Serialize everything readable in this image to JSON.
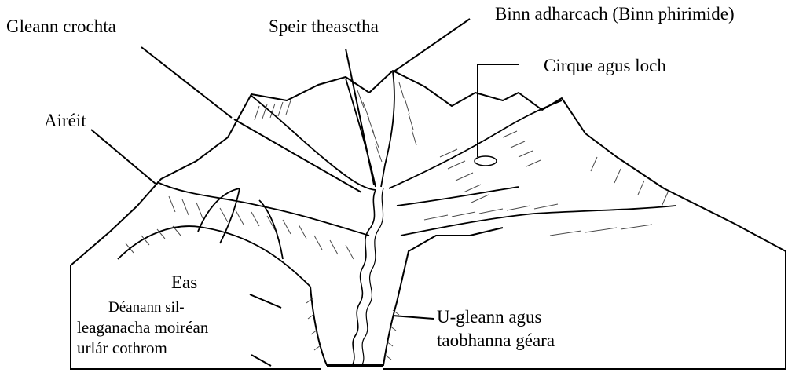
{
  "labels": {
    "gleann_crochta": "Gleann crochta",
    "speir_theasctha": "Speir theasctha",
    "binn_adharcach": "Binn adharcach  (Binn phirimide)",
    "cirque_agus_loch": "Cirque agus loch",
    "aireit": "Airéit",
    "eas": "Eas",
    "deanann_line1": "Déanann sil-",
    "deanann_line2": "leaganacha moiréan",
    "deanann_line3": "urlár cothrom",
    "u_gleann_line1": "U-gleann agus",
    "u_gleann_line2": "taobhanna géara"
  },
  "colors": {
    "ink": "#000000",
    "paper": "#ffffff",
    "shading": "#2b2b2b"
  }
}
